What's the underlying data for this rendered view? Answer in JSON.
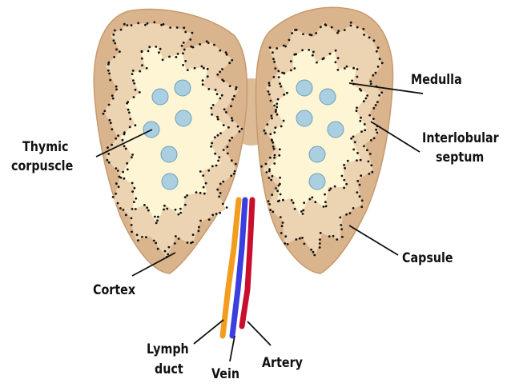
{
  "diagram": {
    "labels": {
      "medulla": "Medulla",
      "interlobular_septum_line1": "Interlobular",
      "interlobular_septum_line2": "septum",
      "thymic_corpuscle_line1": "Thymic",
      "thymic_corpuscle_line2": "corpuscle",
      "capsule": "Capsule",
      "cortex": "Cortex",
      "lymph_duct_line1": "Lymph",
      "lymph_duct_line2": "duct",
      "vein": "Vein",
      "artery": "Artery"
    },
    "colors": {
      "capsule": "#d9b48c",
      "capsule_edge": "#c79a6e",
      "cortex": "#ecd3b2",
      "medulla": "#fdf5d4",
      "corpuscle": "#a9cfe0",
      "corpuscle_edge": "#6f9fb8",
      "dots": "#111111",
      "lymph_duct": "#f39c1e",
      "vein": "#3a3fe0",
      "artery": "#c8102e",
      "isthmus": "#dcbb96"
    }
  }
}
